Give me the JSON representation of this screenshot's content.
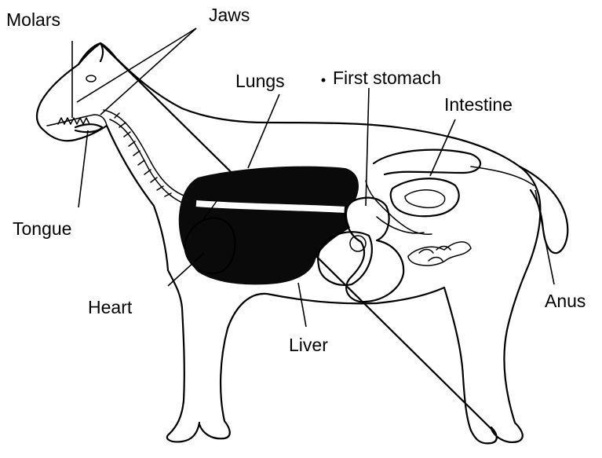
{
  "labels": {
    "molars": "Molars",
    "jaws": "Jaws",
    "lungs": "Lungs",
    "first_stomach": "First stomach",
    "intestine": "Intestine",
    "tongue": "Tongue",
    "heart": "Heart",
    "liver": "Liver",
    "anus": "Anus"
  },
  "colors": {
    "ink": "#000000",
    "lungs_fill": "#0a0a0a",
    "background": "#ffffff"
  }
}
